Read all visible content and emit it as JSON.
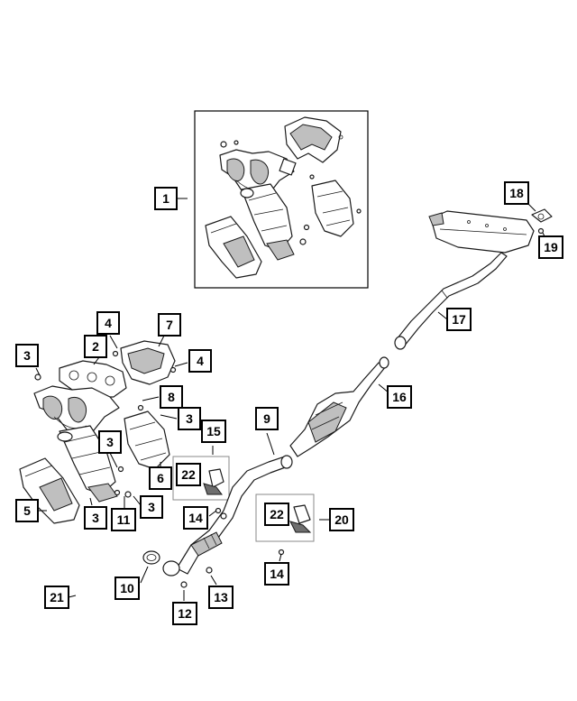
{
  "callouts": [
    {
      "id": "c1",
      "label": "1"
    },
    {
      "id": "c2",
      "label": "2"
    },
    {
      "id": "c3a",
      "label": "3"
    },
    {
      "id": "c3b",
      "label": "3"
    },
    {
      "id": "c3c",
      "label": "3"
    },
    {
      "id": "c3d",
      "label": "3"
    },
    {
      "id": "c3e",
      "label": "3"
    },
    {
      "id": "c4a",
      "label": "4"
    },
    {
      "id": "c4b",
      "label": "4"
    },
    {
      "id": "c5",
      "label": "5"
    },
    {
      "id": "c6",
      "label": "6"
    },
    {
      "id": "c7",
      "label": "7"
    },
    {
      "id": "c8",
      "label": "8"
    },
    {
      "id": "c9",
      "label": "9"
    },
    {
      "id": "c10",
      "label": "10"
    },
    {
      "id": "c11",
      "label": "11"
    },
    {
      "id": "c12",
      "label": "12"
    },
    {
      "id": "c13",
      "label": "13"
    },
    {
      "id": "c14a",
      "label": "14"
    },
    {
      "id": "c14b",
      "label": "14"
    },
    {
      "id": "c15",
      "label": "15"
    },
    {
      "id": "c16",
      "label": "16"
    },
    {
      "id": "c17",
      "label": "17"
    },
    {
      "id": "c18",
      "label": "18"
    },
    {
      "id": "c19",
      "label": "19"
    },
    {
      "id": "c20",
      "label": "20"
    },
    {
      "id": "c21",
      "label": "21"
    },
    {
      "id": "c22a",
      "label": "22"
    },
    {
      "id": "c22b",
      "label": "22"
    }
  ]
}
